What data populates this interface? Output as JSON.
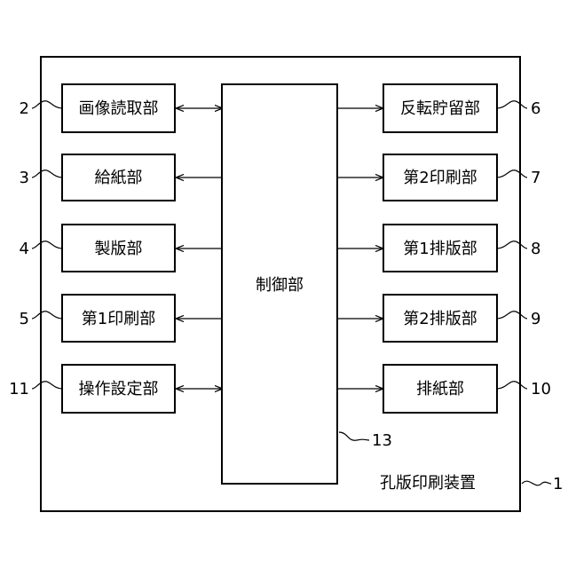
{
  "device_label": "孔版印刷装置",
  "device_ref": "1",
  "controller": {
    "label": "制御部",
    "ref": "13"
  },
  "left_units": [
    {
      "label": "画像読取部",
      "ref": "2",
      "arrow": "both"
    },
    {
      "label": "給紙部",
      "ref": "3",
      "arrow": "to-unit"
    },
    {
      "label": "製版部",
      "ref": "4",
      "arrow": "to-unit"
    },
    {
      "label": "第1印刷部",
      "ref": "5",
      "arrow": "to-unit"
    },
    {
      "label": "操作設定部",
      "ref": "11",
      "arrow": "both"
    }
  ],
  "right_units": [
    {
      "label": "反転貯留部",
      "ref": "6",
      "arrow": "to-unit"
    },
    {
      "label": "第2印刷部",
      "ref": "7",
      "arrow": "to-unit"
    },
    {
      "label": "第1排版部",
      "ref": "8",
      "arrow": "to-unit"
    },
    {
      "label": "第2排版部",
      "ref": "9",
      "arrow": "to-unit"
    },
    {
      "label": "排紙部",
      "ref": "10",
      "arrow": "to-unit"
    }
  ]
}
